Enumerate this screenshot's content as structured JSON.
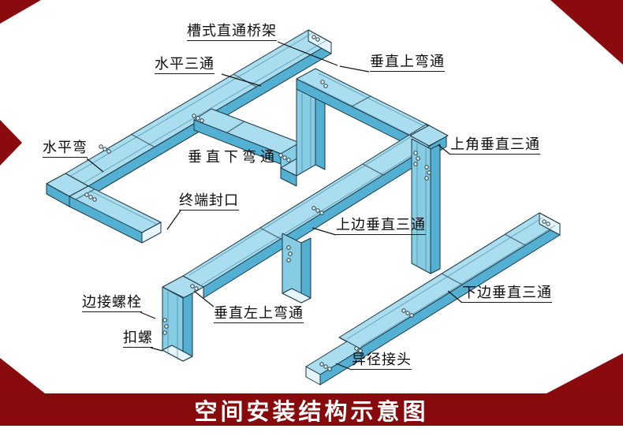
{
  "banner": {
    "title": "空间安装结构示意图",
    "bg_color": "#870a0c",
    "text_color": "#ffffff"
  },
  "diagram": {
    "bg_color": "#ffffff",
    "tray_colors": {
      "top": "#a9ddef",
      "front": "#86cce4",
      "side": "#54b0d3",
      "end_cap": "#e4f5fb",
      "outline": "#1c3642"
    },
    "corner_decoration_color": "#8a0b0e",
    "labels": [
      {
        "id": "trough-straight-bridge",
        "text": "槽式直通桥架"
      },
      {
        "id": "horizontal-tee",
        "text": "水平三通"
      },
      {
        "id": "vertical-up-bend",
        "text": "垂直上弯通"
      },
      {
        "id": "horizontal-bend",
        "text": "水平弯"
      },
      {
        "id": "vertical-down-bend",
        "text": "垂直下弯通"
      },
      {
        "id": "upper-corner-vertical-tee",
        "text": "上角垂直三通"
      },
      {
        "id": "terminal-seal",
        "text": "终端封口"
      },
      {
        "id": "upper-side-vertical-tee",
        "text": "上边垂直三通"
      },
      {
        "id": "edge-connect-bolt",
        "text": "边接螺栓"
      },
      {
        "id": "buckle-screw",
        "text": "扣螺"
      },
      {
        "id": "vertical-left-up-bend",
        "text": "垂直左上弯通"
      },
      {
        "id": "lower-side-vertical-tee",
        "text": "下边垂直三通"
      },
      {
        "id": "reducer-joint",
        "text": "异径接头"
      }
    ]
  }
}
